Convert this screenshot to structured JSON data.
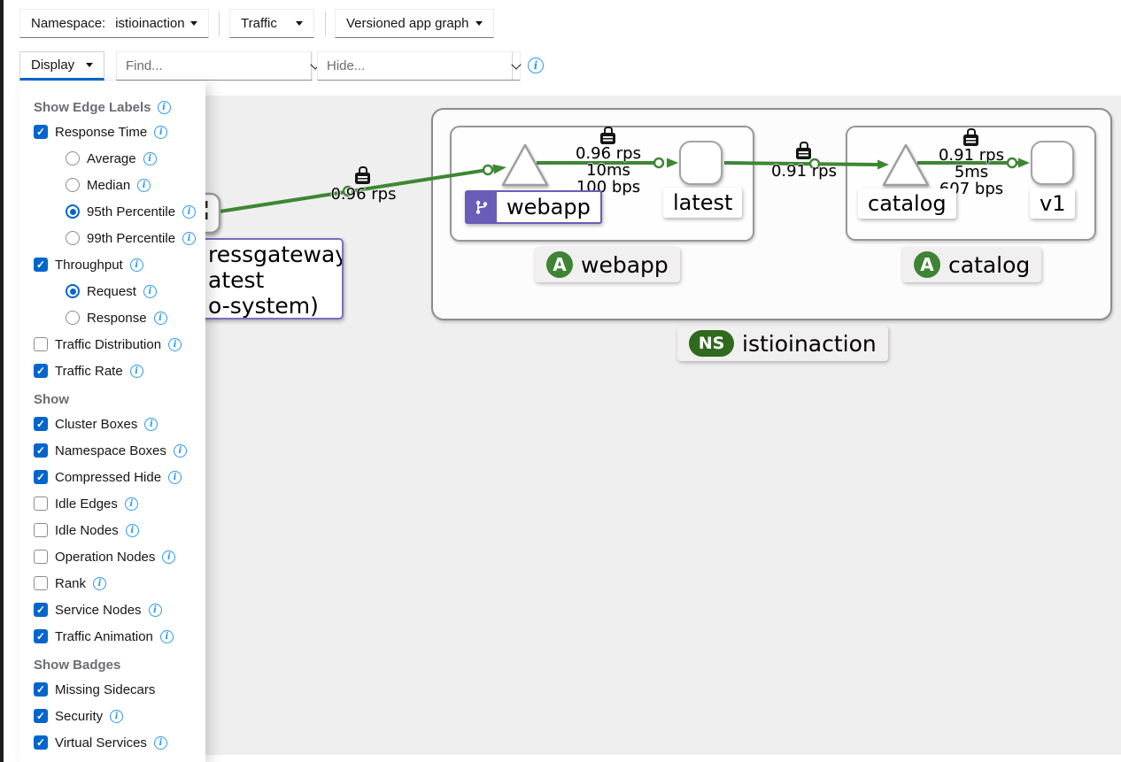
{
  "toolbar": {
    "namespace_label": "Namespace:",
    "namespace_value": "istioinaction",
    "traffic_label": "Traffic",
    "graph_type_label": "Versioned app graph",
    "display_label": "Display",
    "find_placeholder": "Find...",
    "hide_placeholder": "Hide..."
  },
  "display_panel": {
    "rows": [
      {
        "type": "header",
        "label": "Show Edge Labels",
        "info": true
      },
      {
        "type": "checkbox",
        "label": "Response Time",
        "checked": true,
        "info": true
      },
      {
        "type": "radio",
        "label": "Average",
        "selected": false,
        "info": true
      },
      {
        "type": "radio",
        "label": "Median",
        "selected": false,
        "info": true
      },
      {
        "type": "radio",
        "label": "95th Percentile",
        "selected": true,
        "info": true
      },
      {
        "type": "radio",
        "label": "99th Percentile",
        "selected": false,
        "info": true
      },
      {
        "type": "checkbox",
        "label": "Throughput",
        "checked": true,
        "info": true
      },
      {
        "type": "radio",
        "label": "Request",
        "selected": true,
        "info": true
      },
      {
        "type": "radio",
        "label": "Response",
        "selected": false,
        "info": true
      },
      {
        "type": "checkbox",
        "label": "Traffic Distribution",
        "checked": false,
        "info": true
      },
      {
        "type": "checkbox",
        "label": "Traffic Rate",
        "checked": true,
        "info": true
      },
      {
        "type": "header",
        "label": "Show",
        "info": false
      },
      {
        "type": "checkbox",
        "label": "Cluster Boxes",
        "checked": true,
        "info": true
      },
      {
        "type": "checkbox",
        "label": "Namespace Boxes",
        "checked": true,
        "info": true
      },
      {
        "type": "checkbox",
        "label": "Compressed Hide",
        "checked": true,
        "info": true
      },
      {
        "type": "checkbox",
        "label": "Idle Edges",
        "checked": false,
        "info": true
      },
      {
        "type": "checkbox",
        "label": "Idle Nodes",
        "checked": false,
        "info": true
      },
      {
        "type": "checkbox",
        "label": "Operation Nodes",
        "checked": false,
        "info": true
      },
      {
        "type": "checkbox",
        "label": "Rank",
        "checked": false,
        "info": true
      },
      {
        "type": "checkbox",
        "label": "Service Nodes",
        "checked": true,
        "info": true
      },
      {
        "type": "checkbox",
        "label": "Traffic Animation",
        "checked": true,
        "info": true
      },
      {
        "type": "header",
        "label": "Show Badges",
        "info": false
      },
      {
        "type": "checkbox",
        "label": "Missing Sidecars",
        "checked": true,
        "info": false
      },
      {
        "type": "checkbox",
        "label": "Security",
        "checked": true,
        "info": true
      },
      {
        "type": "checkbox",
        "label": "Virtual Services",
        "checked": true,
        "info": true
      }
    ]
  },
  "graph": {
    "namespace_badge": {
      "icon": "NS",
      "label": "istioinaction"
    },
    "app_groups": [
      {
        "icon": "A",
        "label": "webapp"
      },
      {
        "icon": "A",
        "label": "catalog"
      }
    ],
    "nodes": {
      "webapp_service_label": "webapp",
      "webapp_workload_label": "latest",
      "catalog_service_label": "catalog",
      "catalog_workload_label": "v1"
    },
    "gateway_label_lines": [
      "ressgateway",
      "atest",
      "o-system)"
    ],
    "edges": {
      "gw_to_webapp": {
        "label": "0.96 rps",
        "secure": true
      },
      "webapp_to_latest": {
        "lines": [
          "0.96 rps",
          "10ms",
          "100 bps"
        ],
        "secure": true
      },
      "latest_to_catalog": {
        "label": "0.91 rps",
        "secure": true
      },
      "catalog_to_v1": {
        "lines": [
          "0.91 rps",
          "5ms",
          "607 bps"
        ],
        "secure": true
      }
    }
  },
  "colors": {
    "accent_blue": "#0066cc",
    "info_blue": "#2b9af3",
    "edge_green": "#3e8635",
    "virtual_service_purple": "#6a5db8",
    "app_badge_green": "#3d8434",
    "namespace_badge_green": "#2f6a1f"
  }
}
